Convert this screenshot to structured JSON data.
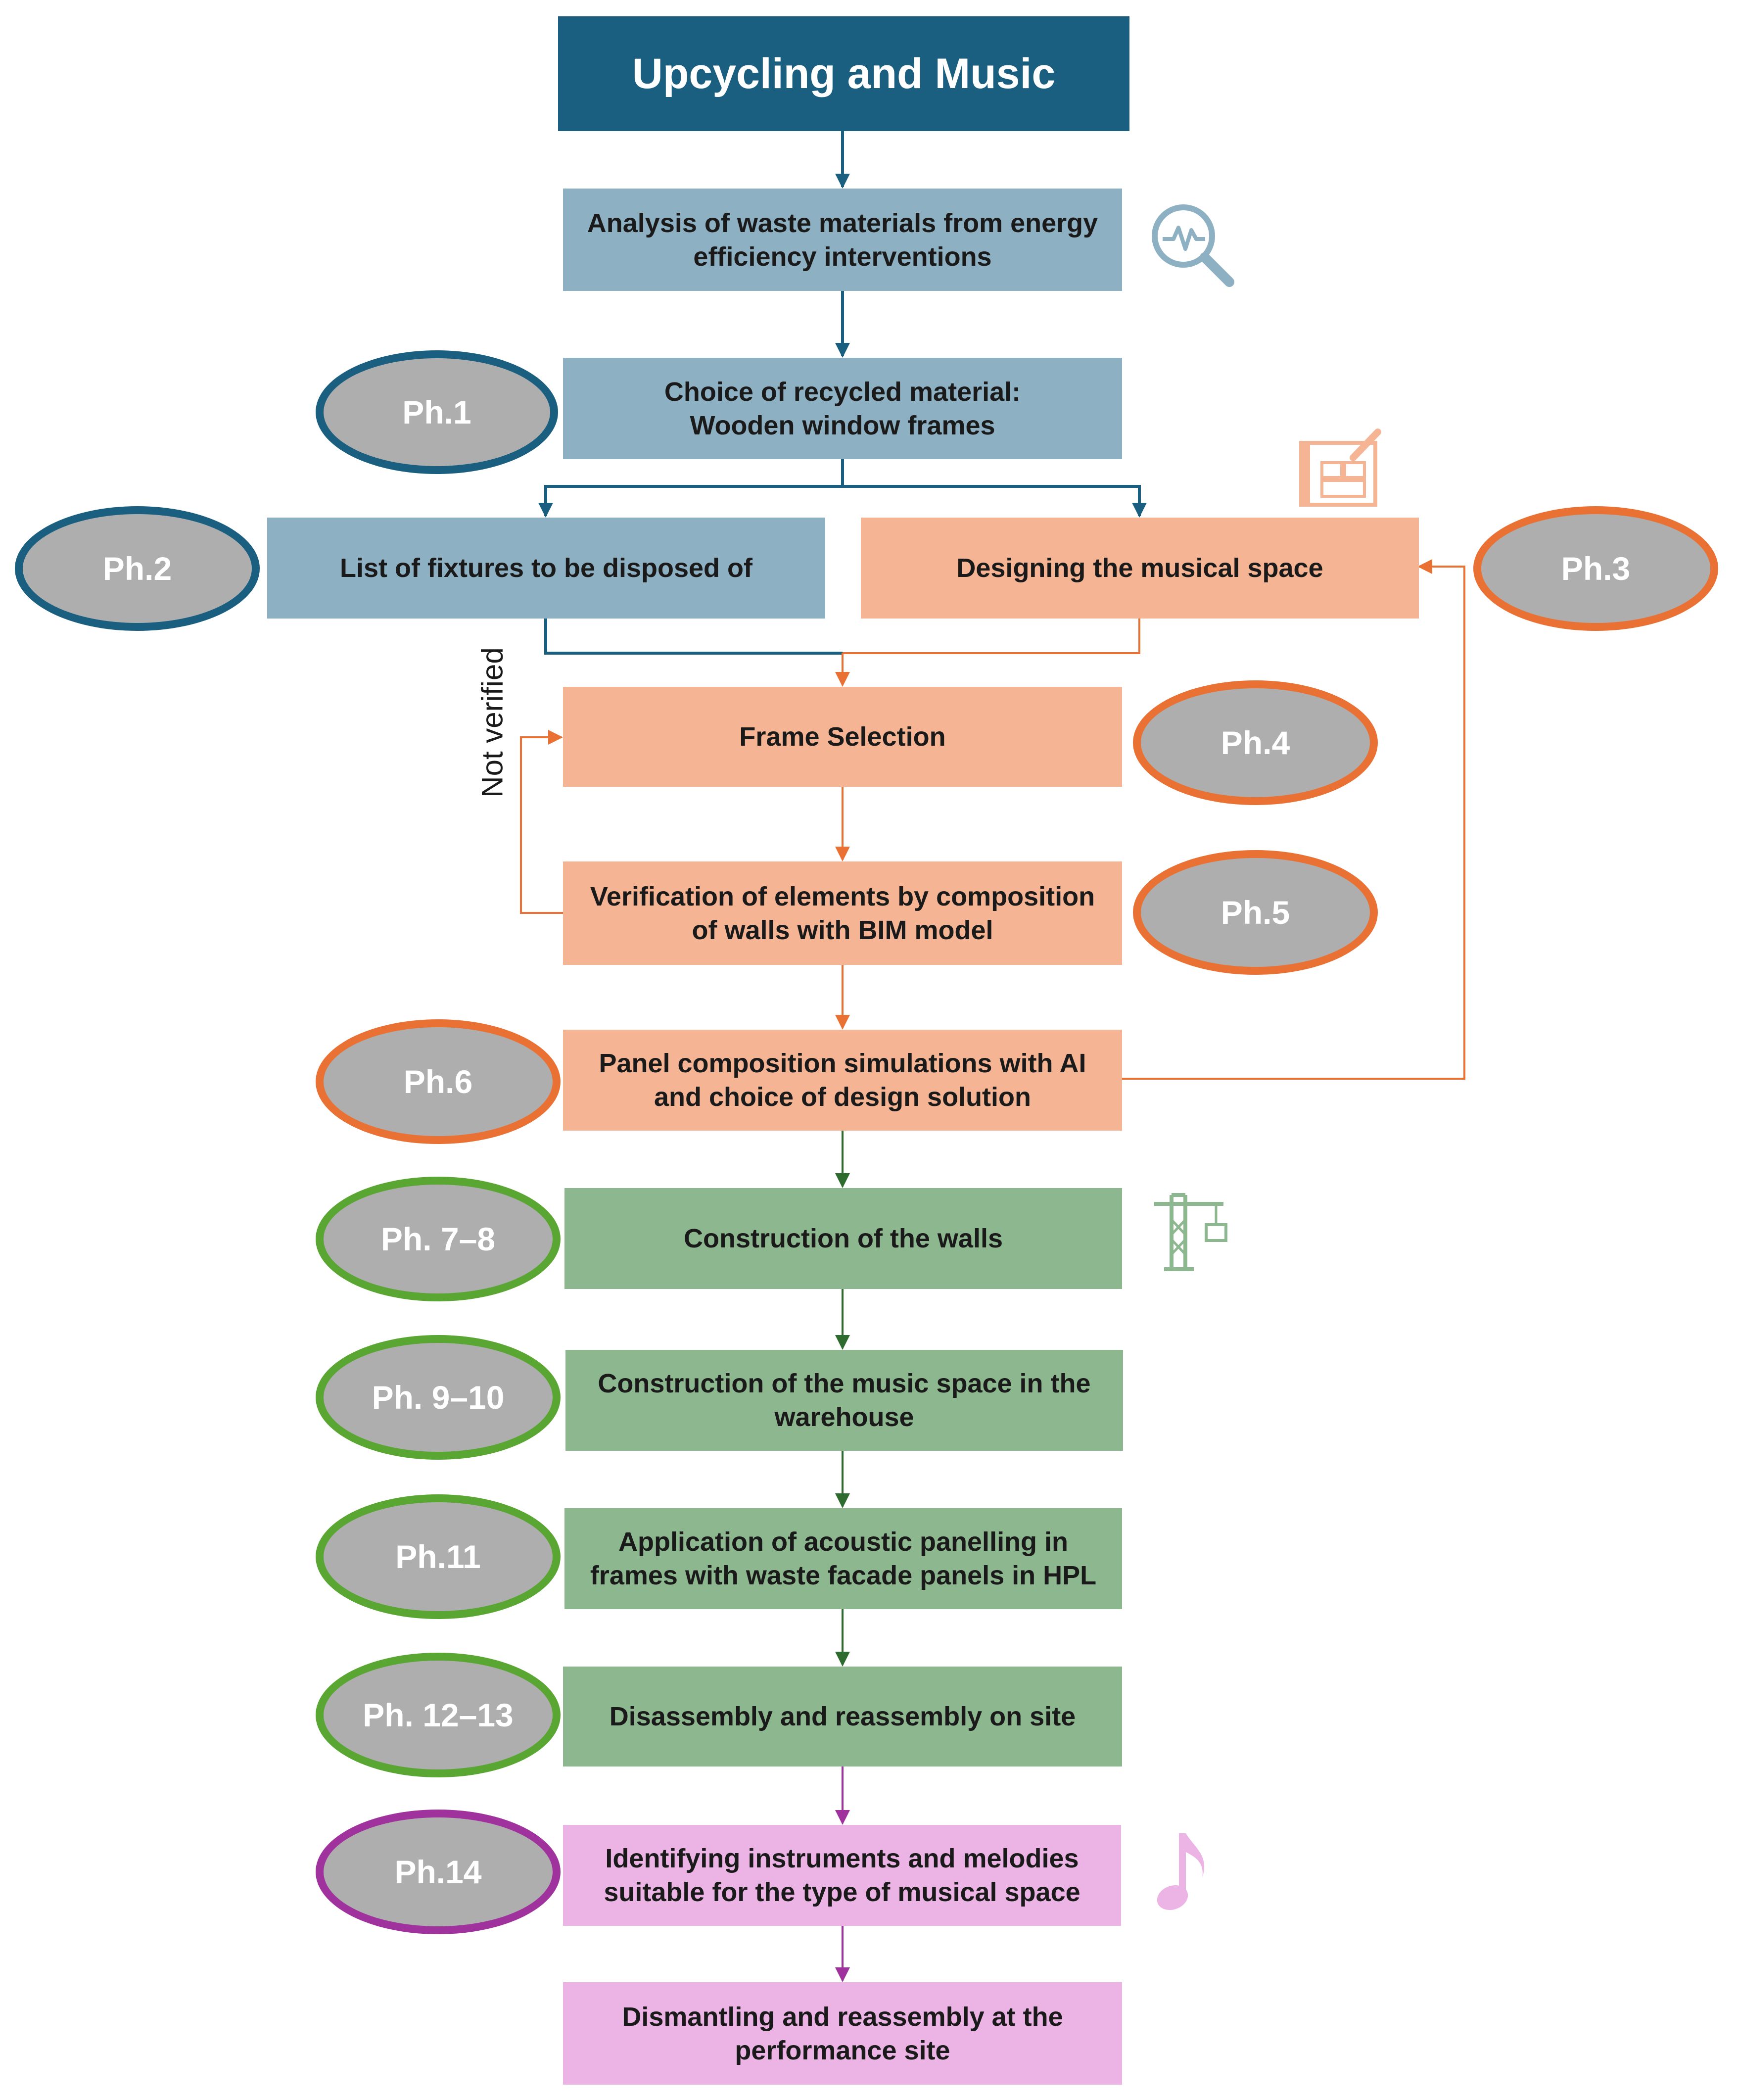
{
  "title": "Upcycling and Music",
  "steps": {
    "analysis": "Analysis of waste materials from energy efficiency interventions",
    "choice": "Choice of recycled material: Wooden window frames",
    "list": "List of fixtures to be disposed of",
    "design": "Designing the musical space",
    "frame": "Frame Selection",
    "verify": "Verification of elements by composition of walls with BIM model",
    "panel": "Panel composition simulations with AI and choice of design solution",
    "walls": "Construction of the walls",
    "music_space": "Construction of the music space in the warehouse",
    "acoustic": "Application of acoustic panelling in frames with waste facade panels in HPL",
    "onsite": "Disassembly and reassembly on site",
    "instruments": "Identifying instruments and melodies suitable for the type of musical space",
    "dismantle": "Dismantling and reassembly at the performance site"
  },
  "phases": {
    "ph1": "Ph.1",
    "ph2": "Ph.2",
    "ph3": "Ph.3",
    "ph4": "Ph.4",
    "ph5": "Ph.5",
    "ph6": "Ph.6",
    "ph7_8": "Ph. 7–8",
    "ph9_10": "Ph. 9–10",
    "ph11": "Ph.11",
    "ph12_13": "Ph. 12–13",
    "ph14": "Ph.14"
  },
  "loop_label": "Not verified",
  "icons": {
    "analysis": "magnifier-pulse-icon",
    "design": "blueprint-pencil-icon",
    "construction": "crane-icon",
    "music": "music-note-icon"
  },
  "colors": {
    "title": "#1a5f80",
    "blue_box": "#8db0c3",
    "orange_box": "#f5b594",
    "green_box": "#8db88f",
    "pink_box": "#ecb4e4",
    "blue_ring": "#1a5f80",
    "orange_ring": "#ea7134",
    "green_ring": "#5aa632",
    "purple_ring": "#a0329d",
    "phase_fill": "#aeaeae"
  }
}
